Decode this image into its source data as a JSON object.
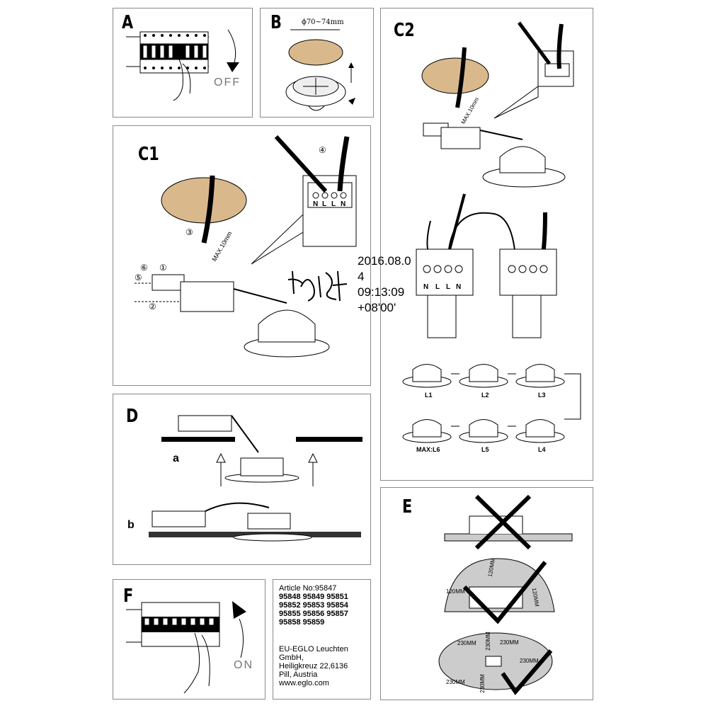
{
  "panels": {
    "A": {
      "letter": "A",
      "off_label": "OFF"
    },
    "B": {
      "letter": "B",
      "diameter_label": "ϕ70~74mm"
    },
    "C1": {
      "letter": "C1",
      "max_label": "MAX.10mm",
      "terminal_labels": [
        "N",
        "L",
        "L",
        "N"
      ],
      "steps": [
        "③",
        "④",
        "⑤",
        "⑥",
        "①",
        "②"
      ]
    },
    "C2": {
      "letter": "C2",
      "max_label": "MAX.10mm",
      "terminal_labels": [
        "N",
        "L",
        "L",
        "N"
      ],
      "chain_labels": [
        "L1",
        "L2",
        "L3",
        "MAX:L6",
        "L5",
        "L4"
      ]
    },
    "D": {
      "letter": "D",
      "sub_a": "a",
      "sub_b": "b"
    },
    "E": {
      "letter": "E",
      "distance_labels": [
        "120MM",
        "120MM",
        "120MM",
        "230MM",
        "230MM",
        "230MM",
        "230MM",
        "230MM",
        "230MM"
      ]
    },
    "F": {
      "letter": "F",
      "on_label": "ON"
    }
  },
  "stamp": {
    "line1": "2016.08.0",
    "line2": "4",
    "line3": "09:13:09",
    "line4": "+08'00'"
  },
  "info": {
    "article": "Article No:95847",
    "row1": "95848  95849  95851",
    "row2": "95852  95853  95854",
    "row3": "95855  95856  95857",
    "row4": "95858  95859",
    "company1": "EU-EGLO Leuchten",
    "company2": "GmbH,",
    "address1": "Heiligkreuz 22,6136",
    "address2": "Pill, Austria",
    "website": "www.eglo.com"
  }
}
